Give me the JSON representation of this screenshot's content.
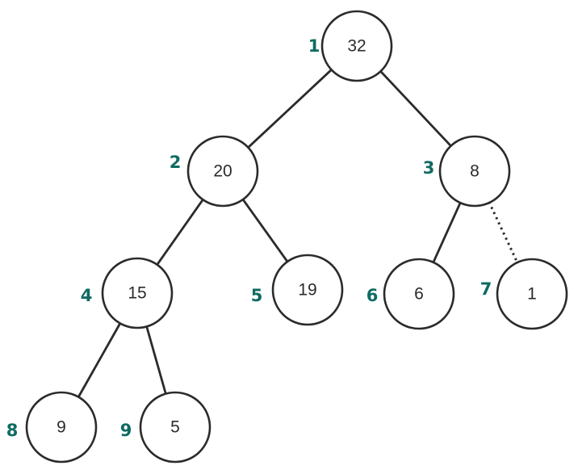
{
  "style": {
    "index_color": "#0f6b62",
    "stroke_color": "#2b2b2b"
  },
  "tree": {
    "nodes": [
      {
        "index": "1",
        "value": "32"
      },
      {
        "index": "2",
        "value": "20"
      },
      {
        "index": "3",
        "value": "8"
      },
      {
        "index": "4",
        "value": "15"
      },
      {
        "index": "5",
        "value": "19"
      },
      {
        "index": "6",
        "value": "6"
      },
      {
        "index": "7",
        "value": "1"
      },
      {
        "index": "8",
        "value": "9"
      },
      {
        "index": "9",
        "value": "5"
      }
    ],
    "edges": [
      {
        "from": "1",
        "to": "2",
        "style": "solid"
      },
      {
        "from": "1",
        "to": "3",
        "style": "solid"
      },
      {
        "from": "2",
        "to": "4",
        "style": "solid"
      },
      {
        "from": "2",
        "to": "5",
        "style": "solid"
      },
      {
        "from": "3",
        "to": "6",
        "style": "solid"
      },
      {
        "from": "3",
        "to": "7",
        "style": "dotted"
      },
      {
        "from": "4",
        "to": "8",
        "style": "solid"
      },
      {
        "from": "4",
        "to": "9",
        "style": "solid"
      }
    ]
  }
}
